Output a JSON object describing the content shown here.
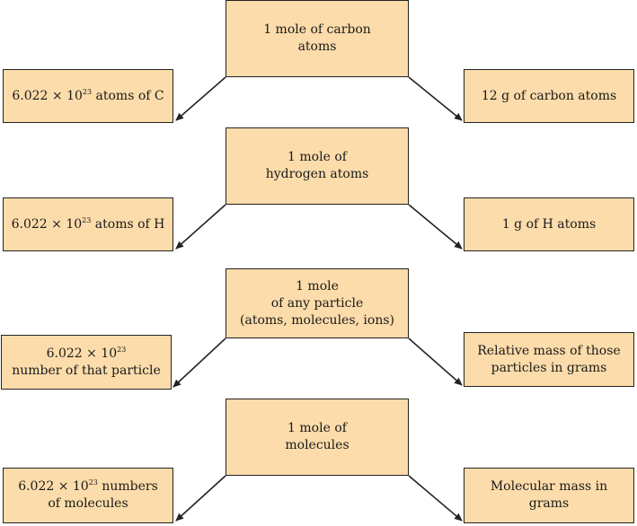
{
  "rows": [
    {
      "center": "1 mole of carbon\natoms",
      "left": {
        "pre": "6.022 × 10",
        "exp": "23",
        "post": " atoms of C"
      },
      "right": "12 g of carbon atoms"
    },
    {
      "center": "1 mole of\nhydrogen atoms",
      "left": {
        "pre": "6.022 × 10",
        "exp": "23",
        "post": " atoms of H"
      },
      "right": "1 g of H atoms"
    },
    {
      "center": "1 mole\nof any particle\n(atoms, molecules, ions)",
      "left": {
        "pre": "6.022 × 10",
        "exp": "23",
        "post": "\nnumber of that particle"
      },
      "right": "Relative mass of those\nparticles in grams"
    },
    {
      "center": "1 mole of\nmolecules",
      "left": {
        "pre": "6.022 × 10",
        "exp": "23",
        "post": " numbers\nof molecules"
      },
      "right": "Molecular mass in\ngrams"
    }
  ],
  "colors": {
    "box_fill": "#fcdcaa",
    "border": "#222222",
    "arrow": "#222222"
  }
}
